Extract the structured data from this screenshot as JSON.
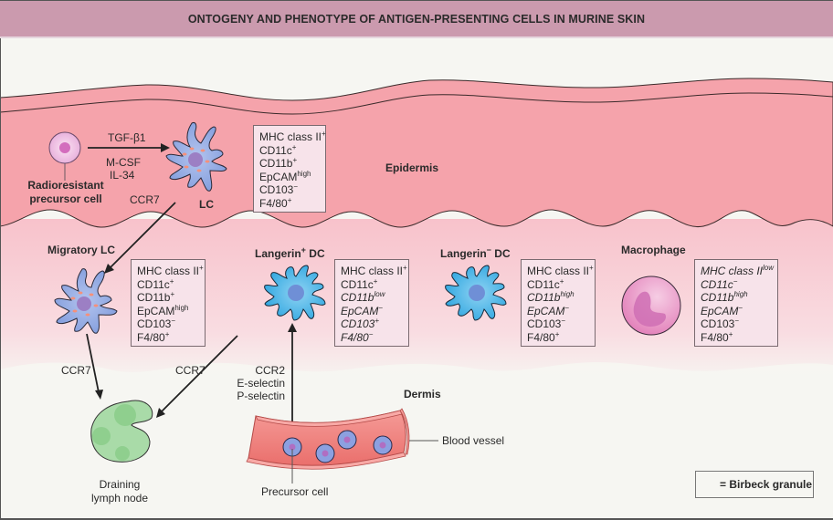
{
  "title": "ONTOGENY AND PHENOTYPE OF ANTIGEN-PRESENTING CELLS IN MURINE SKIN",
  "colors": {
    "title_bar": "#cb9aae",
    "epidermis": "#f5a3ab",
    "dermis_upper": "#f8c6cf",
    "dermis_lower": "#f6f6f2",
    "lc_cell": "#8fa9e0",
    "dc_cell": "#42b0e4",
    "macrophage": "#e98fc3",
    "lymph_node": "#a9dba8",
    "blood_vessel": "#ef7b78",
    "birbeck_granule": "#f5907a",
    "marker_box": "#f7e3ea"
  },
  "layers": {
    "epidermis": "Epidermis",
    "dermis": "Dermis"
  },
  "epidermis_section": {
    "precursor_label_line1": "Radioresistant",
    "precursor_label_line2": "precursor cell",
    "signal_top": "TGF-β1",
    "signal_bottom_1": "M-CSF",
    "signal_bottom_2": "IL-34",
    "lc_label": "LC",
    "lc_migration": "CCR7",
    "lc_markers": [
      {
        "name": "MHC class II",
        "sup": "+",
        "italic": false
      },
      {
        "name": "CD11c",
        "sup": "+",
        "italic": false
      },
      {
        "name": "CD11b",
        "sup": "+",
        "italic": false
      },
      {
        "name": "EpCAM",
        "sup": "high",
        "italic": false
      },
      {
        "name": "CD103",
        "sup": "−",
        "italic": false
      },
      {
        "name": "F4/80",
        "sup": "+",
        "italic": false
      }
    ]
  },
  "dermis_cells": [
    {
      "label": "Migratory LC",
      "label_sup": "",
      "markers": [
        {
          "name": "MHC class II",
          "sup": "+",
          "italic": false
        },
        {
          "name": "CD11c",
          "sup": "+",
          "italic": false
        },
        {
          "name": "CD11b",
          "sup": "+",
          "italic": false
        },
        {
          "name": "EpCAM",
          "sup": "high",
          "italic": false
        },
        {
          "name": "CD103",
          "sup": "−",
          "italic": false
        },
        {
          "name": "F4/80",
          "sup": "+",
          "italic": false
        }
      ]
    },
    {
      "label": "Langerin",
      "label_sup": "+",
      "label_suffix": " DC",
      "markers": [
        {
          "name": "MHC class II",
          "sup": "+",
          "italic": false
        },
        {
          "name": "CD11c",
          "sup": "+",
          "italic": false
        },
        {
          "name": "CD11b",
          "sup": "low",
          "italic": true
        },
        {
          "name": "EpCAM",
          "sup": "−",
          "italic": true
        },
        {
          "name": "CD103",
          "sup": "+",
          "italic": true
        },
        {
          "name": "F4/80",
          "sup": "−",
          "italic": true
        }
      ]
    },
    {
      "label": "Langerin",
      "label_sup": "−",
      "label_suffix": " DC",
      "markers": [
        {
          "name": "MHC class II",
          "sup": "+",
          "italic": false
        },
        {
          "name": "CD11c",
          "sup": "+",
          "italic": false
        },
        {
          "name": "CD11b",
          "sup": "high",
          "italic": true
        },
        {
          "name": "EpCAM",
          "sup": "−",
          "italic": true
        },
        {
          "name": "CD103",
          "sup": "−",
          "italic": false
        },
        {
          "name": "F4/80",
          "sup": "+",
          "italic": false
        }
      ]
    },
    {
      "label": "Macrophage",
      "label_sup": "",
      "markers": [
        {
          "name": "MHC class II",
          "sup": "low",
          "italic": true
        },
        {
          "name": "CD11c",
          "sup": "−",
          "italic": true
        },
        {
          "name": "CD11b",
          "sup": "high",
          "italic": true
        },
        {
          "name": "EpCAM",
          "sup": "−",
          "italic": true
        },
        {
          "name": "CD103",
          "sup": "−",
          "italic": false
        },
        {
          "name": "F4/80",
          "sup": "+",
          "italic": false
        }
      ]
    }
  ],
  "migration": {
    "migratory_lc_to_ln": "CCR7",
    "langerin_dc_to_ln": "CCR7",
    "recruitment_1": "CCR2",
    "recruitment_2": "E-selectin",
    "recruitment_3": "P-selectin"
  },
  "lymph_node": {
    "line1": "Draining",
    "line2": "lymph node"
  },
  "blood_vessel_label": "Blood vessel",
  "precursor_cell_label": "Precursor cell",
  "legend": {
    "text": "= Birbeck granule"
  }
}
